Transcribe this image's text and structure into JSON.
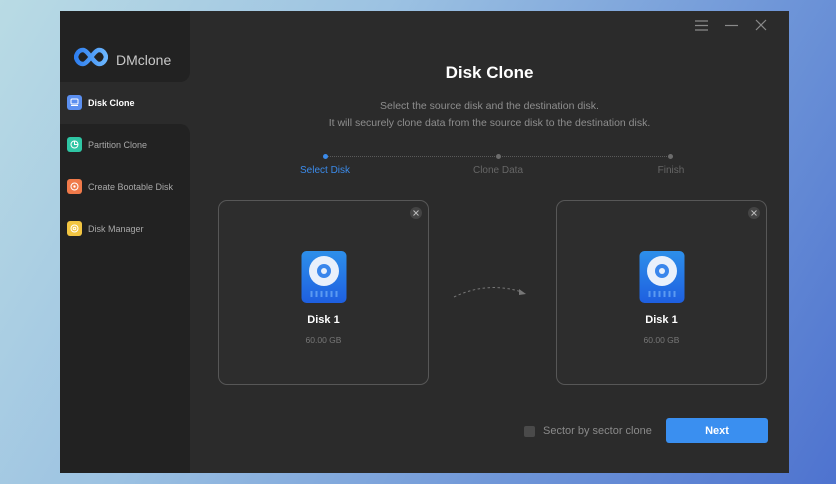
{
  "app": {
    "name": "DMclone",
    "accent": "#3a8ff0"
  },
  "titlebar": {
    "buttons": [
      {
        "name": "menu",
        "icon": "hamburger-menu-icon"
      },
      {
        "name": "minimize",
        "icon": "minimize-icon"
      },
      {
        "name": "close",
        "icon": "close-icon"
      }
    ]
  },
  "sidebar": {
    "items": [
      {
        "label": "Disk Clone",
        "icon": "disk-clone-icon",
        "color": "#5b8ff0",
        "active": true
      },
      {
        "label": "Partition Clone",
        "icon": "partition-clone-icon",
        "color": "#2fc6a4",
        "active": false
      },
      {
        "label": "Create Bootable Disk",
        "icon": "bootable-disk-icon",
        "color": "#f07a4a",
        "active": false
      },
      {
        "label": "Disk Manager",
        "icon": "disk-manager-icon",
        "color": "#f2c542",
        "active": false
      }
    ]
  },
  "main": {
    "title": "Disk Clone",
    "subtitle_line1": "Select the source disk and the destination disk.",
    "subtitle_line2": "It will securely clone data from the source disk to the destination disk.",
    "steps": [
      {
        "label": "Select Disk",
        "active": true
      },
      {
        "label": "Clone Data",
        "active": false
      },
      {
        "label": "Finish",
        "active": false
      }
    ],
    "source_disk": {
      "name": "Disk 1",
      "size": "60.00 GB"
    },
    "destination_disk": {
      "name": "Disk 1",
      "size": "60.00 GB"
    },
    "sector_option": {
      "label": "Sector by sector clone",
      "checked": false
    },
    "next_label": "Next"
  }
}
